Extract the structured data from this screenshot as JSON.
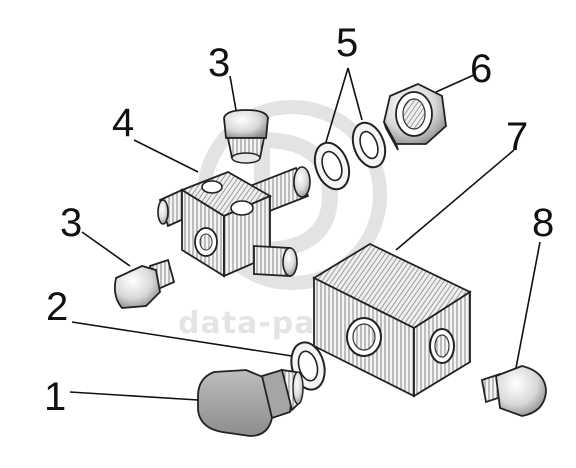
{
  "diagram": {
    "type": "exploded-parts-view",
    "labels": {
      "p1": "1",
      "p2": "2",
      "p3a": "3",
      "p3b": "3",
      "p4": "4",
      "p5": "5",
      "p6": "6",
      "p7": "7",
      "p8": "8"
    },
    "watermark": "data-parts"
  }
}
